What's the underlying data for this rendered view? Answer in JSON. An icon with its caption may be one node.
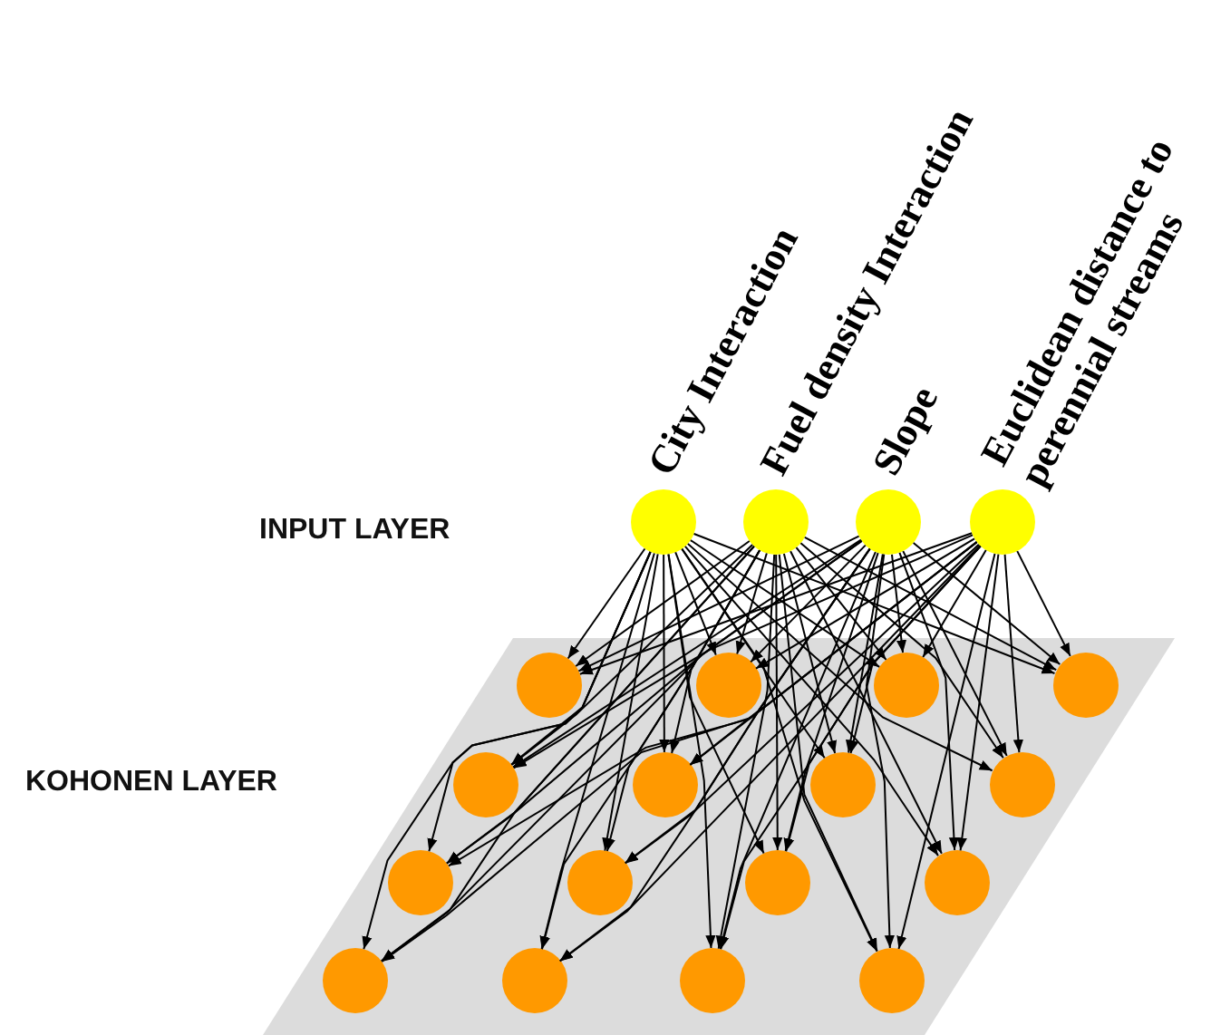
{
  "diagram": {
    "nodes": [
      {
        "text": [],
        "shape": "circle",
        "beside": [
          "City Interaction"
        ]
      },
      {
        "text": [],
        "shape": "circle",
        "beside": [
          "Fuel density Interaction"
        ]
      },
      {
        "text": [],
        "shape": "circle",
        "beside": [
          "Slope"
        ]
      },
      {
        "text": [],
        "shape": "circle",
        "beside": [
          "Euclidean distance to perennial streams"
        ]
      },
      {
        "text": [],
        "shape": "parallelogram"
      },
      {
        "text": [],
        "shape": "circle",
        "in": 4
      },
      {
        "text": [],
        "shape": "circle",
        "in": 4
      },
      {
        "text": [],
        "shape": "circle",
        "in": 4
      },
      {
        "text": [],
        "shape": "circle",
        "in": 4
      },
      {
        "text": [],
        "shape": "circle",
        "in": 4
      },
      {
        "text": [],
        "shape": "circle",
        "in": 4
      },
      {
        "text": [],
        "shape": "circle",
        "in": 4
      },
      {
        "text": [],
        "shape": "circle",
        "in": 4
      },
      {
        "text": [],
        "shape": "circle",
        "in": 4
      },
      {
        "text": [],
        "shape": "circle",
        "in": 4
      },
      {
        "text": [],
        "shape": "circle",
        "in": 4
      },
      {
        "text": [],
        "shape": "circle",
        "in": 4
      },
      {
        "text": [],
        "shape": "circle",
        "in": 4
      },
      {
        "text": [],
        "shape": "circle",
        "in": 4
      },
      {
        "text": [],
        "shape": "circle",
        "in": 4
      },
      {
        "text": [],
        "shape": "circle",
        "in": 4
      }
    ],
    "edges": [
      {
        "from": 0,
        "to": 5,
        "arrow": "to"
      },
      {
        "from": 0,
        "to": 6,
        "arrow": "to"
      },
      {
        "from": 0,
        "to": 7,
        "arrow": "to"
      },
      {
        "from": 0,
        "to": 8,
        "arrow": "to"
      },
      {
        "from": 0,
        "to": 9,
        "arrow": "to"
      },
      {
        "from": 0,
        "to": 10,
        "arrow": "to"
      },
      {
        "from": 0,
        "to": 11,
        "arrow": "to"
      },
      {
        "from": 0,
        "to": 12,
        "arrow": "to"
      },
      {
        "from": 0,
        "to": 13,
        "arrow": "to"
      },
      {
        "from": 0,
        "to": 14,
        "arrow": "to"
      },
      {
        "from": 0,
        "to": 15,
        "arrow": "to"
      },
      {
        "from": 0,
        "to": 16,
        "arrow": "to"
      },
      {
        "from": 0,
        "to": 17,
        "arrow": "to"
      },
      {
        "from": 0,
        "to": 18,
        "arrow": "to"
      },
      {
        "from": 0,
        "to": 19,
        "arrow": "to"
      },
      {
        "from": 0,
        "to": 20,
        "arrow": "to"
      },
      {
        "from": 1,
        "to": 5,
        "arrow": "to"
      },
      {
        "from": 1,
        "to": 6,
        "arrow": "to"
      },
      {
        "from": 1,
        "to": 7,
        "arrow": "to"
      },
      {
        "from": 1,
        "to": 8,
        "arrow": "to"
      },
      {
        "from": 1,
        "to": 9,
        "arrow": "to"
      },
      {
        "from": 1,
        "to": 10,
        "arrow": "to"
      },
      {
        "from": 1,
        "to": 11,
        "arrow": "to"
      },
      {
        "from": 1,
        "to": 12,
        "arrow": "to"
      },
      {
        "from": 1,
        "to": 13,
        "arrow": "to"
      },
      {
        "from": 1,
        "to": 14,
        "arrow": "to"
      },
      {
        "from": 1,
        "to": 15,
        "arrow": "to"
      },
      {
        "from": 1,
        "to": 16,
        "arrow": "to"
      },
      {
        "from": 1,
        "to": 17,
        "arrow": "to"
      },
      {
        "from": 1,
        "to": 18,
        "arrow": "to"
      },
      {
        "from": 1,
        "to": 19,
        "arrow": "to"
      },
      {
        "from": 1,
        "to": 20,
        "arrow": "to"
      },
      {
        "from": 2,
        "to": 5,
        "arrow": "to"
      },
      {
        "from": 2,
        "to": 6,
        "arrow": "to"
      },
      {
        "from": 2,
        "to": 7,
        "arrow": "to"
      },
      {
        "from": 2,
        "to": 8,
        "arrow": "to"
      },
      {
        "from": 2,
        "to": 9,
        "arrow": "to"
      },
      {
        "from": 2,
        "to": 10,
        "arrow": "to"
      },
      {
        "from": 2,
        "to": 11,
        "arrow": "to"
      },
      {
        "from": 2,
        "to": 12,
        "arrow": "to"
      },
      {
        "from": 2,
        "to": 13,
        "arrow": "to"
      },
      {
        "from": 2,
        "to": 14,
        "arrow": "to"
      },
      {
        "from": 2,
        "to": 15,
        "arrow": "to"
      },
      {
        "from": 2,
        "to": 16,
        "arrow": "to"
      },
      {
        "from": 2,
        "to": 17,
        "arrow": "to"
      },
      {
        "from": 2,
        "to": 18,
        "arrow": "to"
      },
      {
        "from": 2,
        "to": 19,
        "arrow": "to"
      },
      {
        "from": 2,
        "to": 20,
        "arrow": "to"
      },
      {
        "from": 3,
        "to": 5,
        "arrow": "to"
      },
      {
        "from": 3,
        "to": 6,
        "arrow": "to"
      },
      {
        "from": 3,
        "to": 7,
        "arrow": "to"
      },
      {
        "from": 3,
        "to": 8,
        "arrow": "to"
      },
      {
        "from": 3,
        "to": 9,
        "arrow": "to"
      },
      {
        "from": 3,
        "to": 10,
        "arrow": "to"
      },
      {
        "from": 3,
        "to": 11,
        "arrow": "to"
      },
      {
        "from": 3,
        "to": 12,
        "arrow": "to"
      },
      {
        "from": 3,
        "to": 13,
        "arrow": "to"
      },
      {
        "from": 3,
        "to": 14,
        "arrow": "to"
      },
      {
        "from": 3,
        "to": 15,
        "arrow": "to"
      },
      {
        "from": 3,
        "to": 16,
        "arrow": "to"
      },
      {
        "from": 3,
        "to": 17,
        "arrow": "to"
      },
      {
        "from": 3,
        "to": 18,
        "arrow": "to"
      },
      {
        "from": 3,
        "to": 19,
        "arrow": "to"
      },
      {
        "from": 3,
        "to": 20,
        "arrow": "to"
      }
    ],
    "labels": [
      "INPUT LAYER",
      "KOHONEN LAYER"
    ]
  }
}
